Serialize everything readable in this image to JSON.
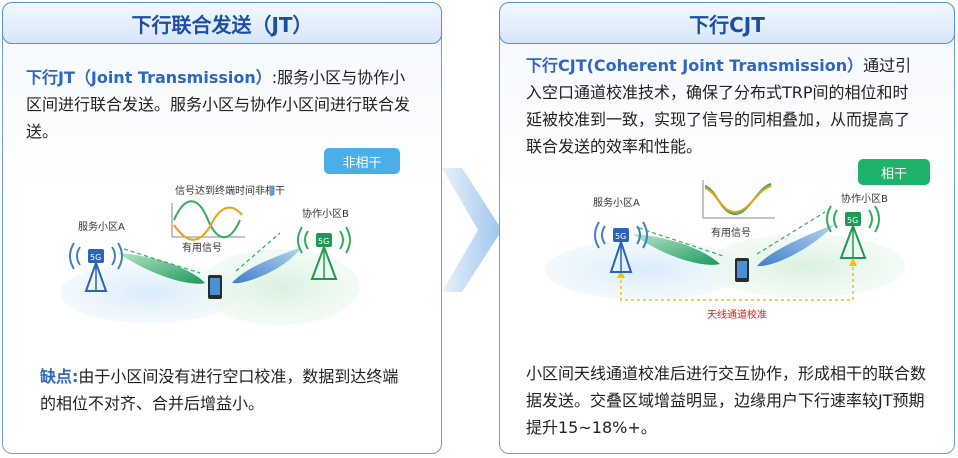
{
  "left": {
    "title": "下行联合发送（JT）",
    "intro_term": "下行JT（Joint Transmission）",
    "intro_rest": ":服务小区与协作小区间进行联合发送。服务小区与协作小区间进行联合发送。",
    "badge": "非相干",
    "label_signal_time": "信号达到终端时间非相干",
    "label_serving": "服务小区A",
    "label_coop": "协作小区B",
    "label_useful": "有用信号",
    "cell_5g_a": "5G",
    "cell_5g_b": "5G",
    "drawback_term": "缺点:",
    "drawback_rest": "由于小区间没有进行空口校准，数据到达终端的相位不对齐、合并后增益小。"
  },
  "right": {
    "title": "下行CJT",
    "intro_term": "下行CJT(Coherent Joint Transmission）",
    "intro_rest": "通过引入空口通道校准技术，确保了分布式TRP间的相位和时延被校准到一致，实现了信号的同相叠加，从而提高了联合发送的效率和性能。",
    "badge": "相干",
    "label_serving": "服务小区A",
    "label_coop": "协作小区B",
    "label_useful": "有用信号",
    "label_calib": "天线通道校准",
    "cell_5g_a": "5G",
    "cell_5g_b": "5G",
    "summary": "小区间天线通道校准后进行交互协作，形成相干的联合数据发送。交叠区域增益明显，边缘用户下行速率较JT预期提升15~18%+。"
  },
  "colors": {
    "title_text": "#1c4fa3",
    "highlight": "#2f67c0",
    "badge_noncoherent": "#4aaee8",
    "badge_coherent": "#1db36a",
    "calib_line": "#f2c200",
    "calib_text": "#d62020"
  }
}
